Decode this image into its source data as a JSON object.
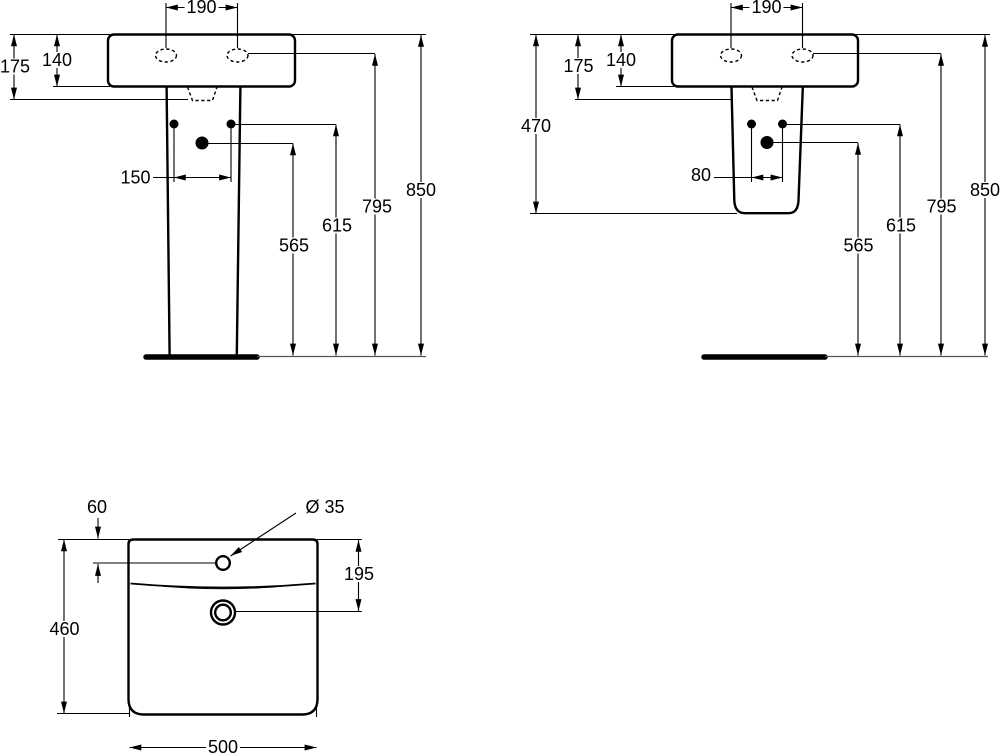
{
  "drawing": {
    "background": "#ffffff",
    "line_color": "#000000",
    "views": {
      "v1": {
        "name": "front view with full pedestal",
        "dims": {
          "w190": "190",
          "h175": "175",
          "h140": "140",
          "w150": "150",
          "h565": "565",
          "h615": "615",
          "h795": "795",
          "h850": "850"
        }
      },
      "v2": {
        "name": "front view with half pedestal",
        "dims": {
          "w190": "190",
          "h175": "175",
          "h140": "140",
          "h470": "470",
          "w80": "80",
          "h565": "565",
          "h615": "615",
          "h795": "795",
          "h850": "850"
        }
      },
      "v3": {
        "name": "plan view of basin",
        "dims": {
          "d60": "60",
          "dia35": "Ø 35",
          "d195": "195",
          "d460": "460",
          "d500": "500"
        }
      }
    }
  }
}
